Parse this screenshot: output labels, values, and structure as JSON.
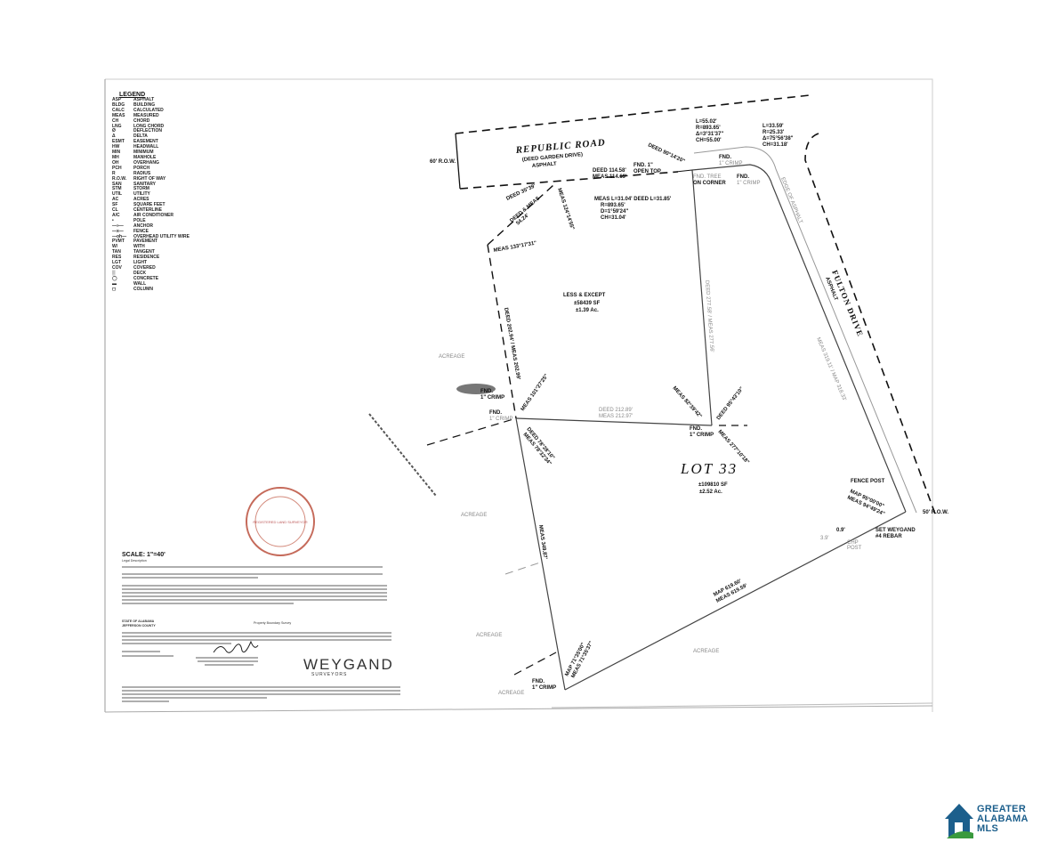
{
  "legend": {
    "title": "LEGEND",
    "items": [
      {
        "abbr": "ASP",
        "label": "ASPHALT"
      },
      {
        "abbr": "BLDG",
        "label": "BUILDING"
      },
      {
        "abbr": "CALC",
        "label": "CALCULATED"
      },
      {
        "abbr": "MEAS",
        "label": "MEASURED"
      },
      {
        "abbr": "CH",
        "label": "CHORD"
      },
      {
        "abbr": "LNG",
        "label": "LONG CHORD"
      },
      {
        "abbr": "Ø",
        "label": "DEFLECTION"
      },
      {
        "abbr": "Δ",
        "label": "DELTA"
      },
      {
        "abbr": "ESMT",
        "label": "EASEMENT"
      },
      {
        "abbr": "HW",
        "label": "HEADWALL"
      },
      {
        "abbr": "MIN",
        "label": "MINIMUM"
      },
      {
        "abbr": "MH",
        "label": "MANHOLE"
      },
      {
        "abbr": "OH",
        "label": "OVERHANG"
      },
      {
        "abbr": "PCH",
        "label": "PORCH"
      },
      {
        "abbr": "R",
        "label": "RADIUS"
      },
      {
        "abbr": "R.O.W.",
        "label": "RIGHT OF WAY"
      },
      {
        "abbr": "SAN",
        "label": "SANITARY"
      },
      {
        "abbr": "STM",
        "label": "STORM"
      },
      {
        "abbr": "UTIL",
        "label": "UTILITY"
      },
      {
        "abbr": "AC",
        "label": "ACRES"
      },
      {
        "abbr": "SF",
        "label": "SQUARE FEET"
      },
      {
        "abbr": "CL",
        "label": "CENTERLINE"
      },
      {
        "abbr": "A/C",
        "label": "AIR CONDITIONER"
      },
      {
        "abbr": "•",
        "label": "POLE"
      },
      {
        "abbr": "—»—",
        "label": "ANCHOR"
      },
      {
        "abbr": "—x—",
        "label": "FENCE"
      },
      {
        "abbr": "—oh—",
        "label": "OVERHEAD UTILITY WIRE"
      },
      {
        "abbr": "PVMT",
        "label": "PAVEMENT"
      },
      {
        "abbr": "W/",
        "label": "WITH"
      },
      {
        "abbr": "TAN",
        "label": "TANGENT"
      },
      {
        "abbr": "RES",
        "label": "RESIDENCE"
      },
      {
        "abbr": "LGT",
        "label": "LIGHT"
      },
      {
        "abbr": "COV",
        "label": "COVERED"
      },
      {
        "abbr": "▒",
        "label": "DECK"
      },
      {
        "abbr": "◯",
        "label": "CONCRETE"
      },
      {
        "abbr": "▬",
        "label": "WALL"
      },
      {
        "abbr": "◻",
        "label": "COLUMN"
      }
    ]
  },
  "plat": {
    "republic_road": "REPUBLIC ROAD",
    "republic_deed": "(DEED GARDEN DRIVE)",
    "republic_asphalt": "ASPHALT",
    "row_60": "60' R.O.W.",
    "deed_9014": "DEED 90°14'20\"",
    "deed_9458": "DEED 114.58'",
    "meas_9469": "MEAS 114.69'",
    "fnd_open_top_1": "FND. 1\"",
    "fnd_open_top_2": "OPEN TOP",
    "curve1": [
      "L=55.02'",
      "R=893.65'",
      "Δ=3°31'37\"",
      "CH=55.00'"
    ],
    "curve2": [
      "L=33.59'",
      "R=25.33'",
      "Δ=75°56'38\"",
      "CH=31.18'"
    ],
    "curve3_meas": "MEAS L=31.04'  DEED L=31.85'",
    "curve3": [
      "R=893.65'",
      "D=1°59'24\"",
      "CH=31.04'"
    ],
    "fnd_crimp_a": [
      "FND.",
      "1\" CRIMP"
    ],
    "fnd_tree": [
      "FND. TREE",
      "ON CORNER"
    ],
    "fnd_crimp_b": [
      "FND.",
      "1\" CRIMP"
    ],
    "edge_asphalt": "EDGE OF ASPHALT",
    "fulton_drive": "FULTON DRIVE",
    "fulton_asphalt": "ASPHALT",
    "deed_3539": "DEED 35°39'",
    "deed_meas_5424": [
      "DEED & MEAS",
      "54.24'"
    ],
    "meas_124": "MEAS 124°14'55\"",
    "meas_133": "MEAS 133°17'31\"",
    "less_except": "LESS & EXCEPT",
    "less_sf": "±58439 SF",
    "less_ac": "±1.39 Ac.",
    "deed_west": "DEED 202.94' / MEAS 202.99'",
    "deed_east": "DEED 277.58' / MEAS 277.56'",
    "fulton_meas": "MEAS 319.11' / MAP 318.33'",
    "acreage": "ACREAGE",
    "fnd_crimp_c": [
      "FND.",
      "1\" CRIMP"
    ],
    "fnd_crimp_d": [
      "FND.",
      "1\" CRIMP"
    ],
    "fnd_crimp_e": [
      "FND.",
      "1\" CRIMP"
    ],
    "fnd_crimp_f": [
      "FND.",
      "1\" CRIMP"
    ],
    "meas_101": "MEAS 101°27'25\"",
    "mid_line": [
      "DEED 212.89'",
      "MEAS 212.97'"
    ],
    "meas_82": "MEAS 82°39'42\"",
    "deed_95": "DEED 95°43'10\"",
    "deed_78": [
      "DEED 78°28'10\"",
      "MEAS 78°32'34\""
    ],
    "meas_277": "MEAS 277°10'18\"",
    "lot": "LOT 33",
    "lot_sf": "±109810 SF",
    "lot_ac": "±2.52 Ac.",
    "fence_post": "FENCE POST",
    "map_95": [
      "MAP 95°00'00\"",
      "MEAS 94°49'24\""
    ],
    "row_50": "50' R.O.W.",
    "set_rebar": [
      "SET WEYGAND",
      "#4 REBAR"
    ],
    "d09": "0.9'",
    "d39": "3.9'",
    "chp_post": [
      "CHP",
      "POST"
    ],
    "west_meas": "MEAS 349.87'",
    "south_line": [
      "MAP 619.60'",
      "MEAS 619.59'"
    ],
    "map_71": [
      "MAP 71°35'00\"",
      "MEAS 71°35'37\""
    ],
    "scale": "SCALE: 1\"=40'",
    "legal_title": "Legal Description",
    "survey_title": "Property Boundary Survey",
    "state": "STATE OF ALABAMA",
    "county": "JEFFERSON COUNTY",
    "firm": "WEYGAND",
    "firm_sub": "SURVEYORS",
    "seal_text": "REGISTERED LAND SURVEYOR"
  },
  "brand": {
    "logo_lines": [
      "GREATER",
      "ALABAMA",
      "MLS"
    ],
    "color_blue": "#1c5f8c",
    "color_green": "#3a9a3e"
  }
}
